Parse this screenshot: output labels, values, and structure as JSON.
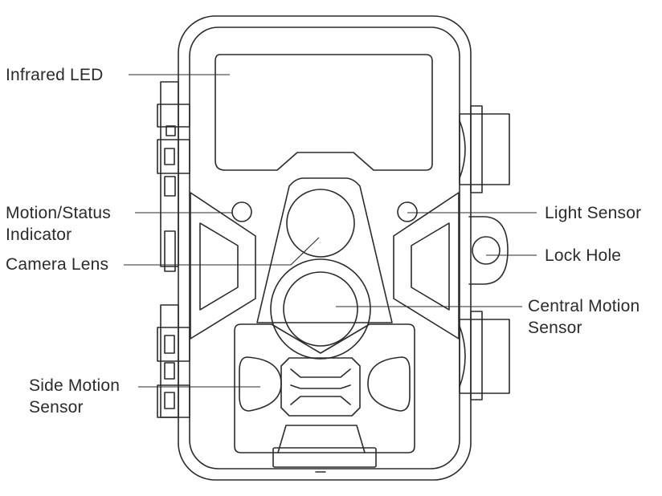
{
  "labels": {
    "infrared_led": "Infrared LED",
    "motion_status_indicator": [
      "Motion/Status",
      "Indicator"
    ],
    "camera_lens": "Camera Lens",
    "side_motion_sensor": [
      "Side Motion",
      "Sensor"
    ],
    "light_sensor": "Light Sensor",
    "lock_hole": "Lock Hole",
    "central_motion_sensor": [
      "Central Motion",
      "Sensor"
    ]
  },
  "colors": {
    "line": "#2b2b2b",
    "background": "#ffffff"
  }
}
